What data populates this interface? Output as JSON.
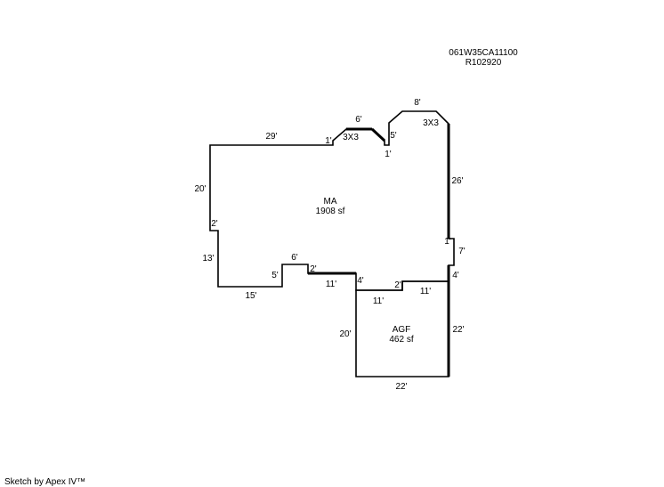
{
  "header": {
    "parcel_id": "061W35CA11100",
    "record_id": "R102920"
  },
  "footer": {
    "credit": "Sketch by Apex IV™"
  },
  "areas": {
    "ma": {
      "code": "MA",
      "size": "1908 sf"
    },
    "agf": {
      "code": "AGF",
      "size": "462 sf"
    }
  },
  "dimensions": {
    "ma_top": "29'",
    "ma_top_step": "1'",
    "bay1_top": "6'",
    "bay1_size": "3X3",
    "bay1_drop": "1'",
    "bay2_left": "5'",
    "bay2_top": "8'",
    "bay2_size": "3X3",
    "ma_right": "26'",
    "ma_right_jog": "1'",
    "ma_right_lower": "7'",
    "ma_left": "20'",
    "ma_left_jog": "2'",
    "ma_left_lower": "13'",
    "ma_bottom_left": "15'",
    "notch_side": "5'",
    "notch_top": "6'",
    "notch_step": "2'",
    "ma_bottom_mid": "11'",
    "agf_top_left_vert": "4'",
    "agf_step": "2'",
    "agf_top_inner": "11'",
    "agf_top_right": "11'",
    "agf_right_upper": "4'",
    "agf_left": "20'",
    "agf_right": "22'",
    "agf_bottom": "22'"
  }
}
